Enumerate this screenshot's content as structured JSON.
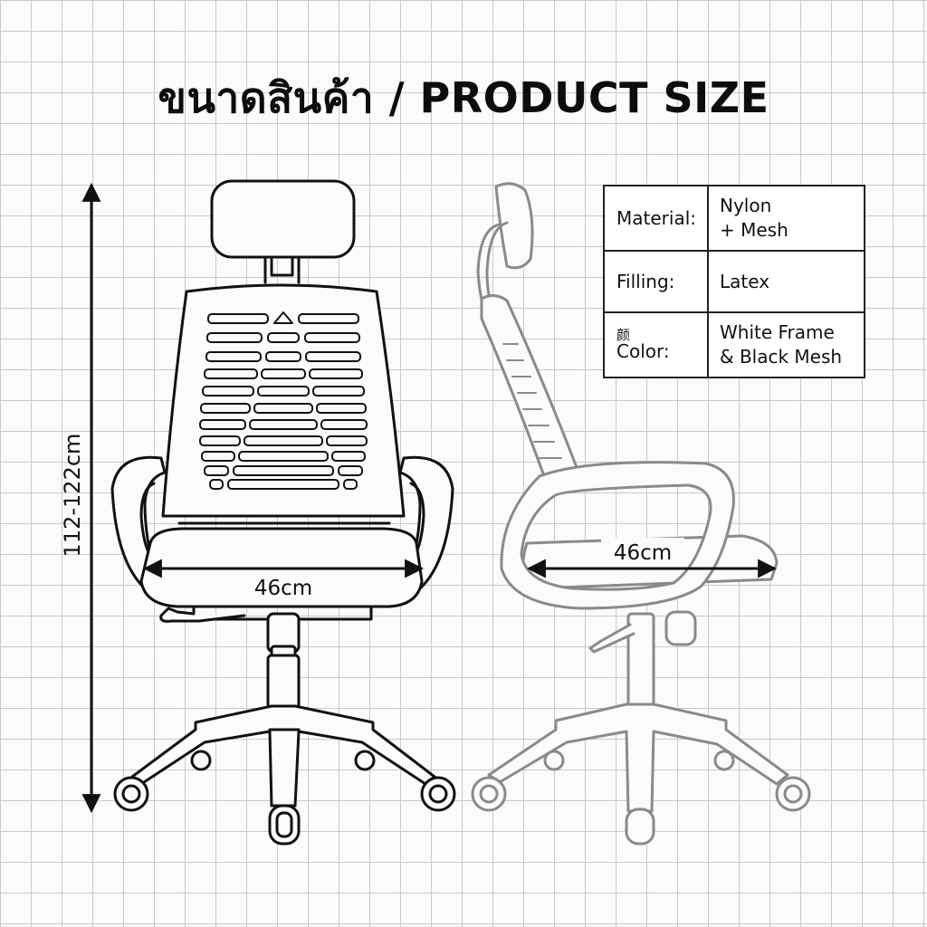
{
  "title": "ขนาดสินค้า / PRODUCT SIZE",
  "dimensions": {
    "height": "112-122cm",
    "front_width": "46cm",
    "side_depth": "46cm"
  },
  "specs": [
    {
      "label": "Material:",
      "value_lines": [
        "Nylon",
        "+ Mesh"
      ]
    },
    {
      "label": "Filling:",
      "value_lines": [
        "Latex"
      ]
    },
    {
      "label_glyph": "颜",
      "label": "Color:",
      "value_lines": [
        "White Frame",
        "& Black Mesh"
      ]
    }
  ],
  "colors": {
    "line": "#111111",
    "side_line": "#8a8a8a",
    "grid": "#c9c9c9"
  }
}
